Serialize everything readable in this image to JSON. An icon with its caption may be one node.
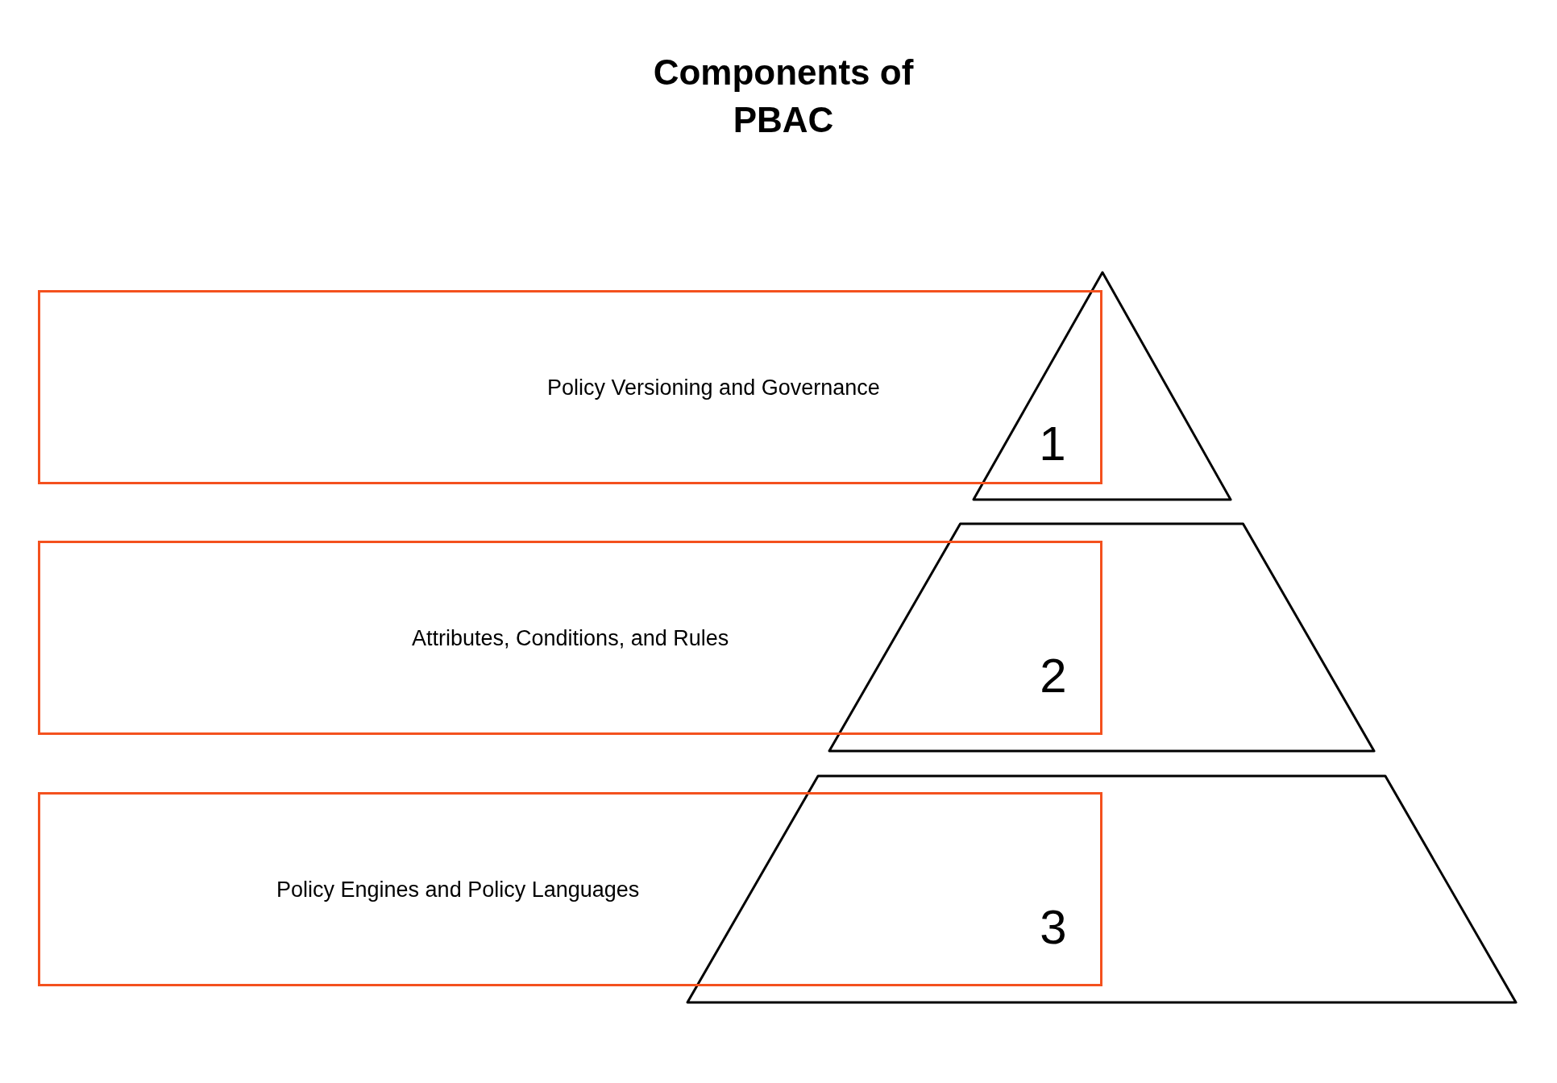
{
  "diagram": {
    "title": "Components of PBAC",
    "nodes": [
      {
        "text": [
          "Policy Versioning and Governance"
        ]
      },
      {
        "text": [
          "1"
        ]
      },
      {
        "text": [
          "Attributes, Conditions, and Rules"
        ]
      },
      {
        "text": [
          "2"
        ]
      },
      {
        "text": [
          "Policy Engines and Policy Languages"
        ]
      },
      {
        "text": [
          "3"
        ]
      }
    ]
  }
}
